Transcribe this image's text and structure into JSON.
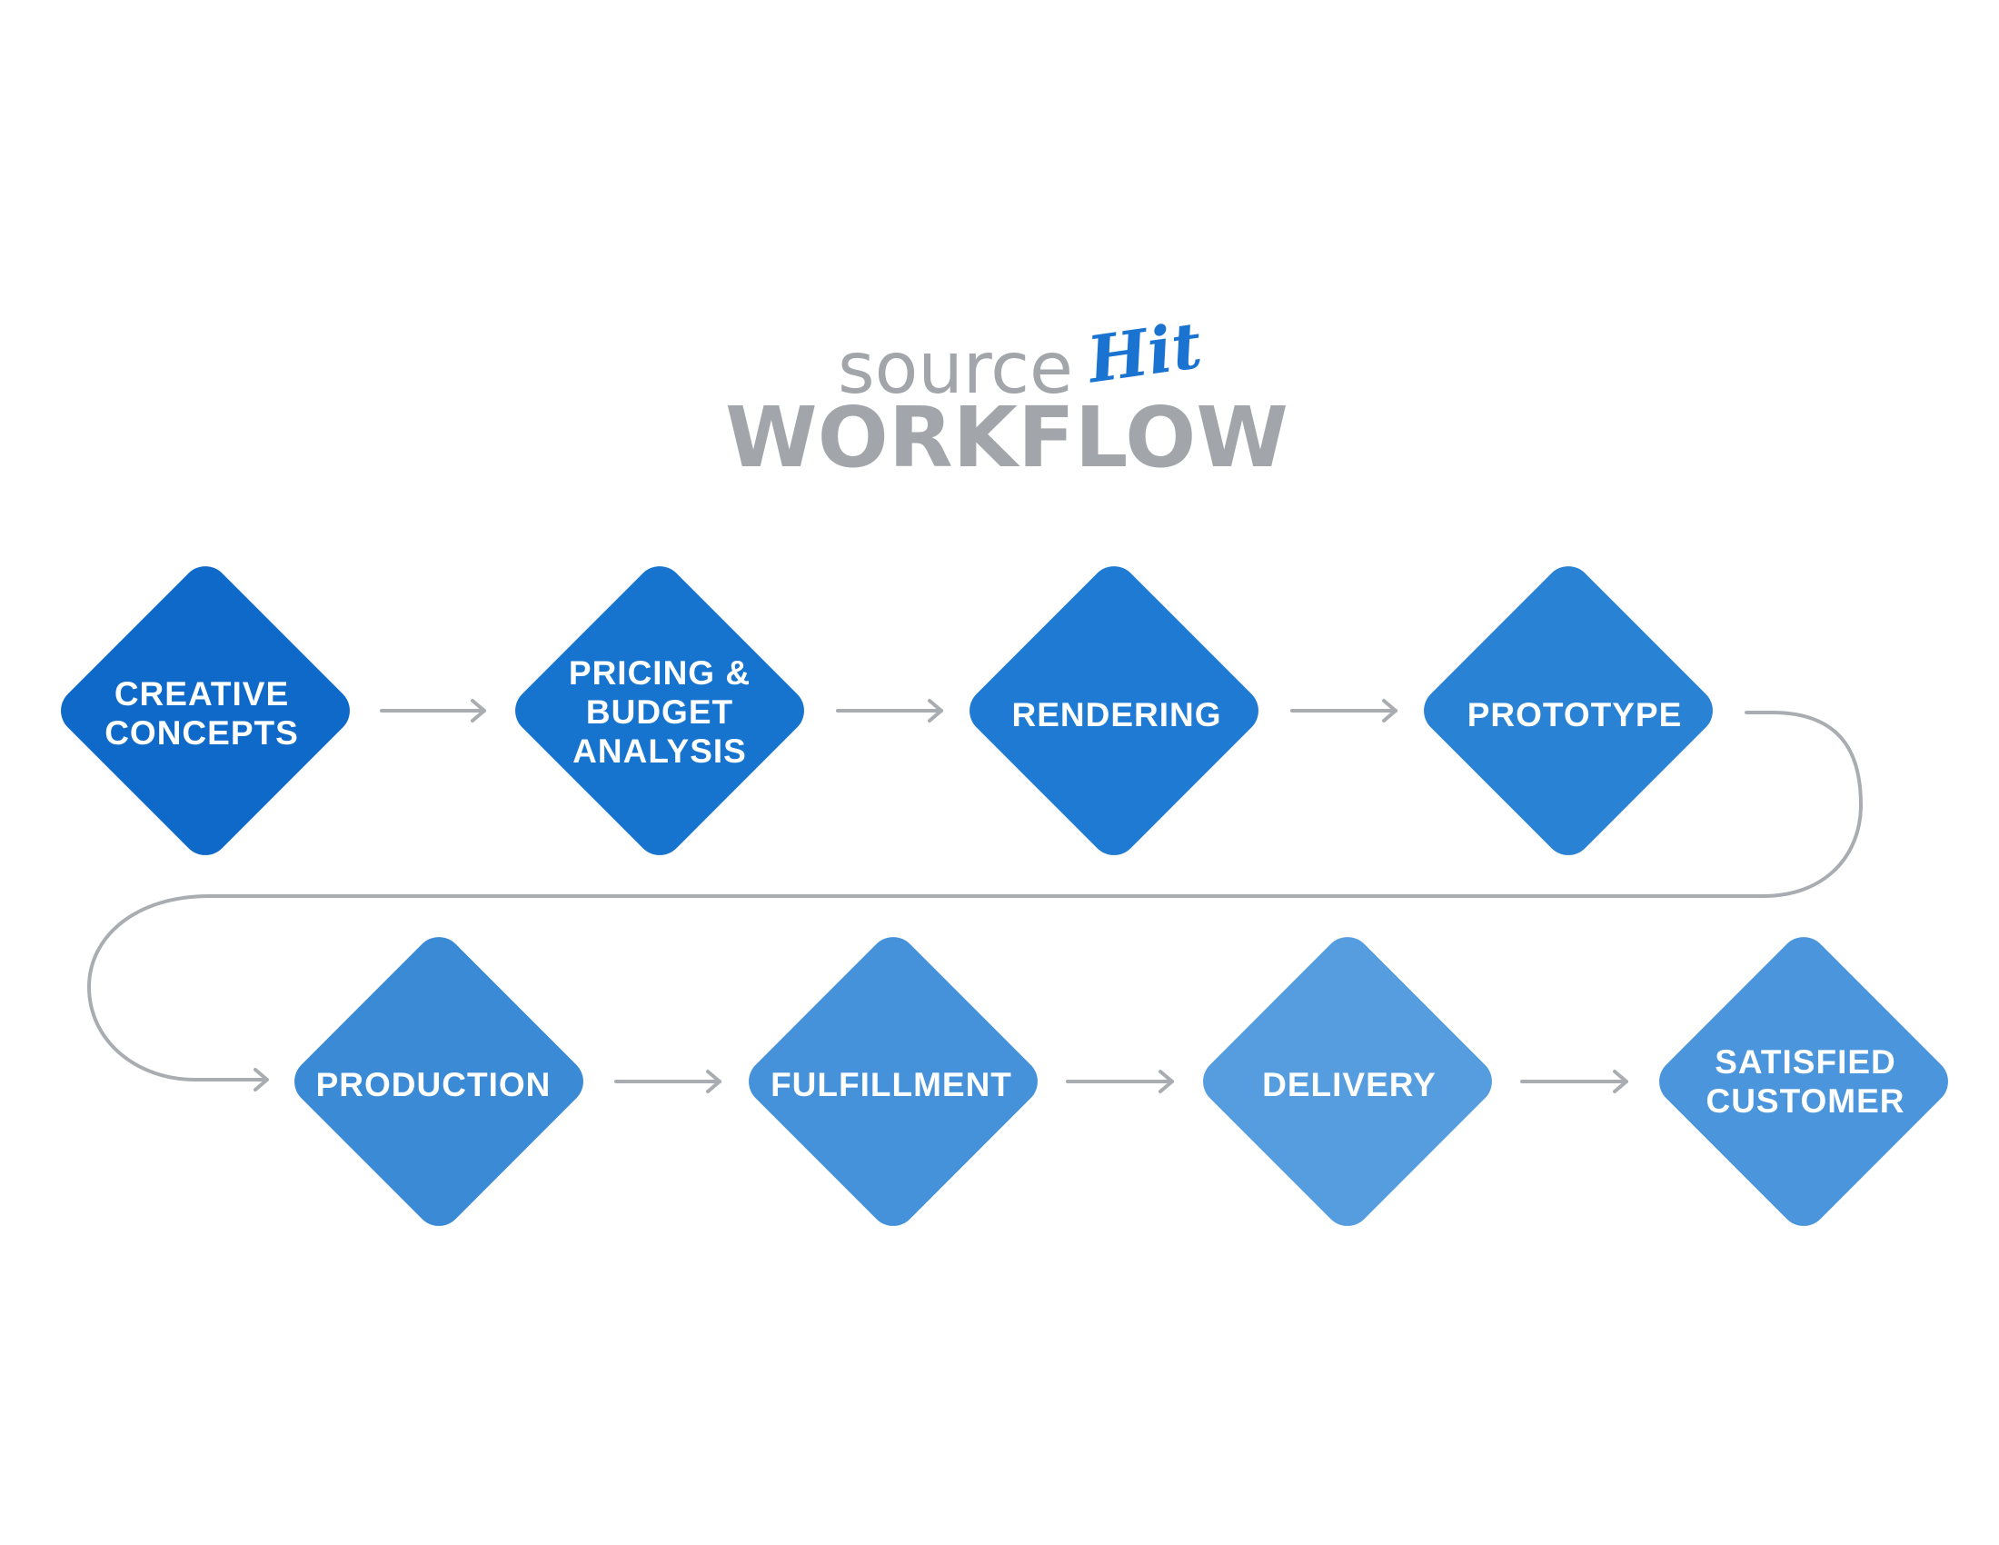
{
  "logo": {
    "source_text": "source",
    "hit_text": "Hit",
    "workflow_text": "WORKFLOW",
    "word_color": "#a2a6ab",
    "hit_color": "#1a73d1"
  },
  "connector_color": "#a9adb2",
  "steps": [
    {
      "id": "creative-concepts",
      "lines": [
        "CREATIVE",
        "CONCEPTS"
      ],
      "color": "#0e69c9"
    },
    {
      "id": "pricing-budget-analysis",
      "lines": [
        "PRICING &",
        "BUDGET",
        "ANALYSIS"
      ],
      "color": "#1674cf"
    },
    {
      "id": "rendering",
      "lines": [
        "RENDERING"
      ],
      "color": "#1e7ad2"
    },
    {
      "id": "prototype",
      "lines": [
        "PROTOTYPE"
      ],
      "color": "#2a82d4"
    },
    {
      "id": "production",
      "lines": [
        "PRODUCTION"
      ],
      "color": "#3b8ad6"
    },
    {
      "id": "fulfillment",
      "lines": [
        "FULFILLMENT"
      ],
      "color": "#4592da"
    },
    {
      "id": "delivery",
      "lines": [
        "DELIVERY"
      ],
      "color": "#559ddf"
    },
    {
      "id": "satisfied-customer",
      "lines": [
        "SATISFIED",
        "CUSTOMER"
      ],
      "color": "#4a95dc"
    }
  ]
}
